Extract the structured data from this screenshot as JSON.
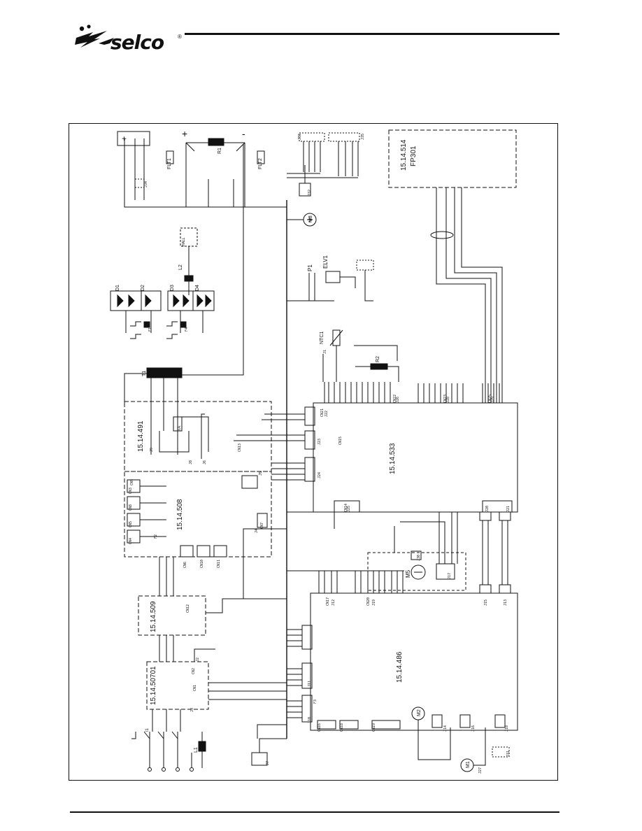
{
  "header": {
    "brand": "selco",
    "reg": "®"
  },
  "boards": {
    "b50701": "15.14.50701",
    "b509": "15.14.509",
    "b508": "15.14.508",
    "b491": "15.14.491",
    "b486": "15.14.486",
    "b533": "15.14.533",
    "b514": "15.14.514",
    "fp301": "FP301"
  },
  "components": {
    "t1": "T1",
    "ta": "TA",
    "r1": "R1",
    "r2": "R2",
    "l1": "L1",
    "l2": "L2",
    "d1": "D1",
    "d2": "D2",
    "d3": "D3",
    "d4": "D4",
    "flt1": "FLT1",
    "flt2": "FLT2",
    "ntc1": "NTC1",
    "p1": "P1",
    "elv1": "ELV1",
    "m1": "M1",
    "m2": "M2",
    "m3": "M3",
    "m5": "M5",
    "i1": "I1",
    "hall": "HALL",
    "plus": "+",
    "minus": "-"
  },
  "connectors": {
    "cn1": "CN1",
    "cn2": "CN2",
    "cn3": "CN3",
    "cn4": "CN4",
    "cn5": "CN5",
    "cn6": "CN6",
    "cn7": "CN7",
    "cn8": "CN8",
    "cn9": "CN9",
    "cn10": "CN10",
    "cn11": "CN11",
    "cn12": "CN12",
    "cn13": "CN13",
    "cn14": "CN14",
    "cn15": "CN15",
    "cn16": "CN16",
    "cn17": "CN17",
    "cn18": "CN18",
    "cn19": "CN19",
    "cn20": "CN20",
    "cn21": "CN21",
    "cn22": "CN22",
    "cn23": "CN23",
    "cn25": "CN25",
    "j1": "J1",
    "j2": "J2",
    "j3": "J3",
    "j4": "J4",
    "j5": "J5",
    "j6": "J6",
    "j7": "J7",
    "j8": "J8",
    "j9": "J9",
    "j10": "J10",
    "j11": "J11",
    "j12": "J12",
    "j13": "J13",
    "j14": "J14",
    "j15": "J15",
    "j16": "J16",
    "j17": "J17",
    "j18": "J18",
    "j19": "J19",
    "j20": "J20",
    "j21": "J21",
    "j22": "J22",
    "j23": "J23",
    "j24": "J24",
    "j25": "J25",
    "j26": "J26",
    "j27": "J27",
    "j28": "J28",
    "j29": "J29",
    "j30": "J30",
    "j31": "J31",
    "j32": "J32",
    "j33": "J33",
    "j34": "J34",
    "j35": "J35"
  },
  "fuses": {
    "f1": "F1",
    "f2": "F2",
    "f3": "F3",
    "f4": "F4"
  }
}
